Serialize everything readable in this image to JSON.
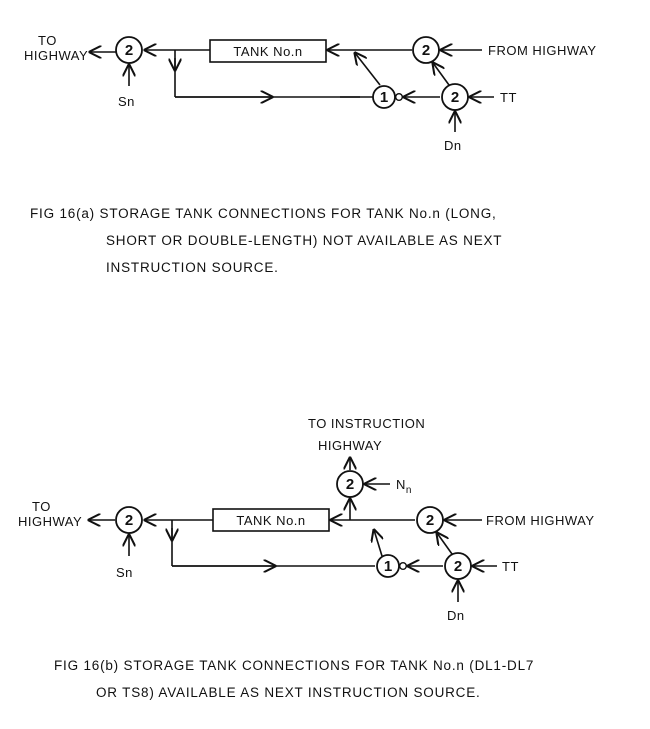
{
  "fig_a": {
    "to_highway_1": "TO",
    "to_highway_2": "HIGHWAY",
    "gate_out": "2",
    "sn": "Sn",
    "tank": "TANK No.n",
    "gate_in": "2",
    "from_highway": "FROM HIGHWAY",
    "gate_one": "1",
    "gate_tt": "2",
    "tt": "TT",
    "dn": "Dn",
    "caption_1": "FIG 16(a) STORAGE TANK CONNECTIONS FOR TANK No.n (LONG,",
    "caption_2": "SHORT OR DOUBLE-LENGTH) NOT AVAILABLE AS NEXT",
    "caption_3": "INSTRUCTION SOURCE."
  },
  "fig_b": {
    "to_instruction_1": "TO INSTRUCTION",
    "to_instruction_2": "HIGHWAY",
    "gate_instr": "2",
    "nn": "N",
    "nn_sub": "n",
    "to_highway_1": "TO",
    "to_highway_2": "HIGHWAY",
    "gate_out": "2",
    "sn": "Sn",
    "tank": "TANK No.n",
    "gate_in": "2",
    "from_highway": "FROM HIGHWAY",
    "gate_one": "1",
    "gate_tt": "2",
    "tt": "TT",
    "dn": "Dn",
    "caption_1": "FIG 16(b) STORAGE TANK CONNECTIONS FOR TANK No.n (DL1-DL7",
    "caption_2": "OR TS8) AVAILABLE AS NEXT INSTRUCTION SOURCE."
  }
}
